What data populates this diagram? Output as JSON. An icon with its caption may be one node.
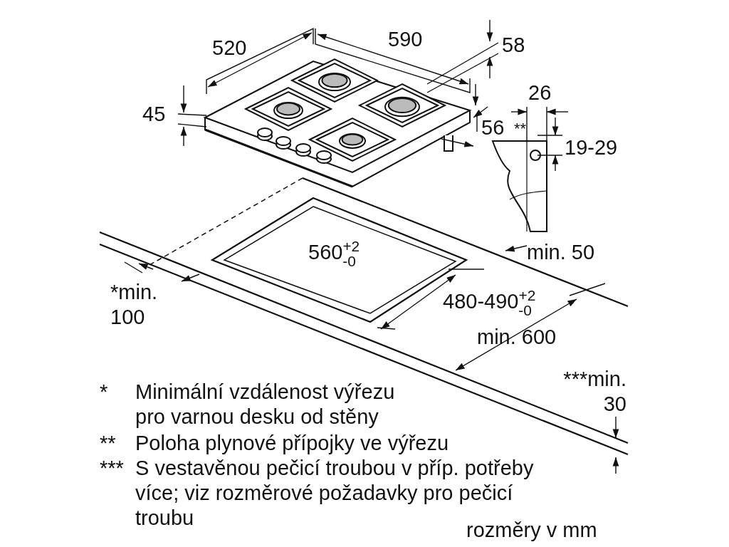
{
  "diagram": {
    "labels": [
      "520",
      "590",
      "58",
      "45",
      "26",
      "**",
      "56",
      "19-29",
      "560$^{+2}$$_{-0}$",
      "min. 50",
      "*min. 100",
      "480-490$^{+2}$$_{-0}$",
      "min. 600",
      "***min. 30",
      "*",
      "Minimální vzdálenost výřezu pro varnou desku od stěny",
      "**",
      "Poloha plynové přípojky ve výřezu",
      "***",
      "S vestavěnou pečicí troubou v příp. potřeby více; viz rozměrové požadavky pro pečicí troubu",
      "rozměry v mm"
    ]
  }
}
